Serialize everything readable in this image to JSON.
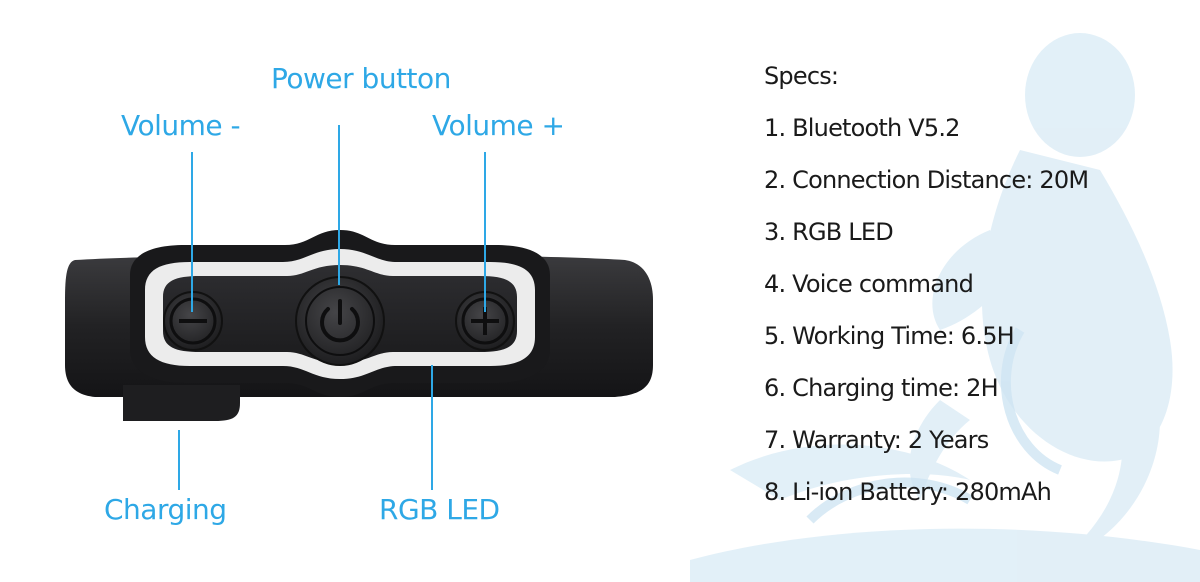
{
  "callouts": {
    "power_button": "Power button",
    "volume_minus": "Volume -",
    "volume_plus": "Volume +",
    "charging": "Charging",
    "rgb_led": "RGB LED"
  },
  "specs": {
    "title": "Specs:",
    "items": [
      "1. Bluetooth V5.2",
      "2. Connection Distance: 20M",
      "3. RGB LED",
      "4. Voice command",
      "5. Working Time: 6.5H",
      "6. Charging time: 2H",
      "7. Warranty: 2 Years",
      "8. Li-ion Battery: 280mAh"
    ]
  },
  "colors": {
    "accent": "#2ea8e6",
    "text": "#1a1a1a",
    "device_body": "#2a2a2c",
    "led_ring": "#eeeeee"
  }
}
